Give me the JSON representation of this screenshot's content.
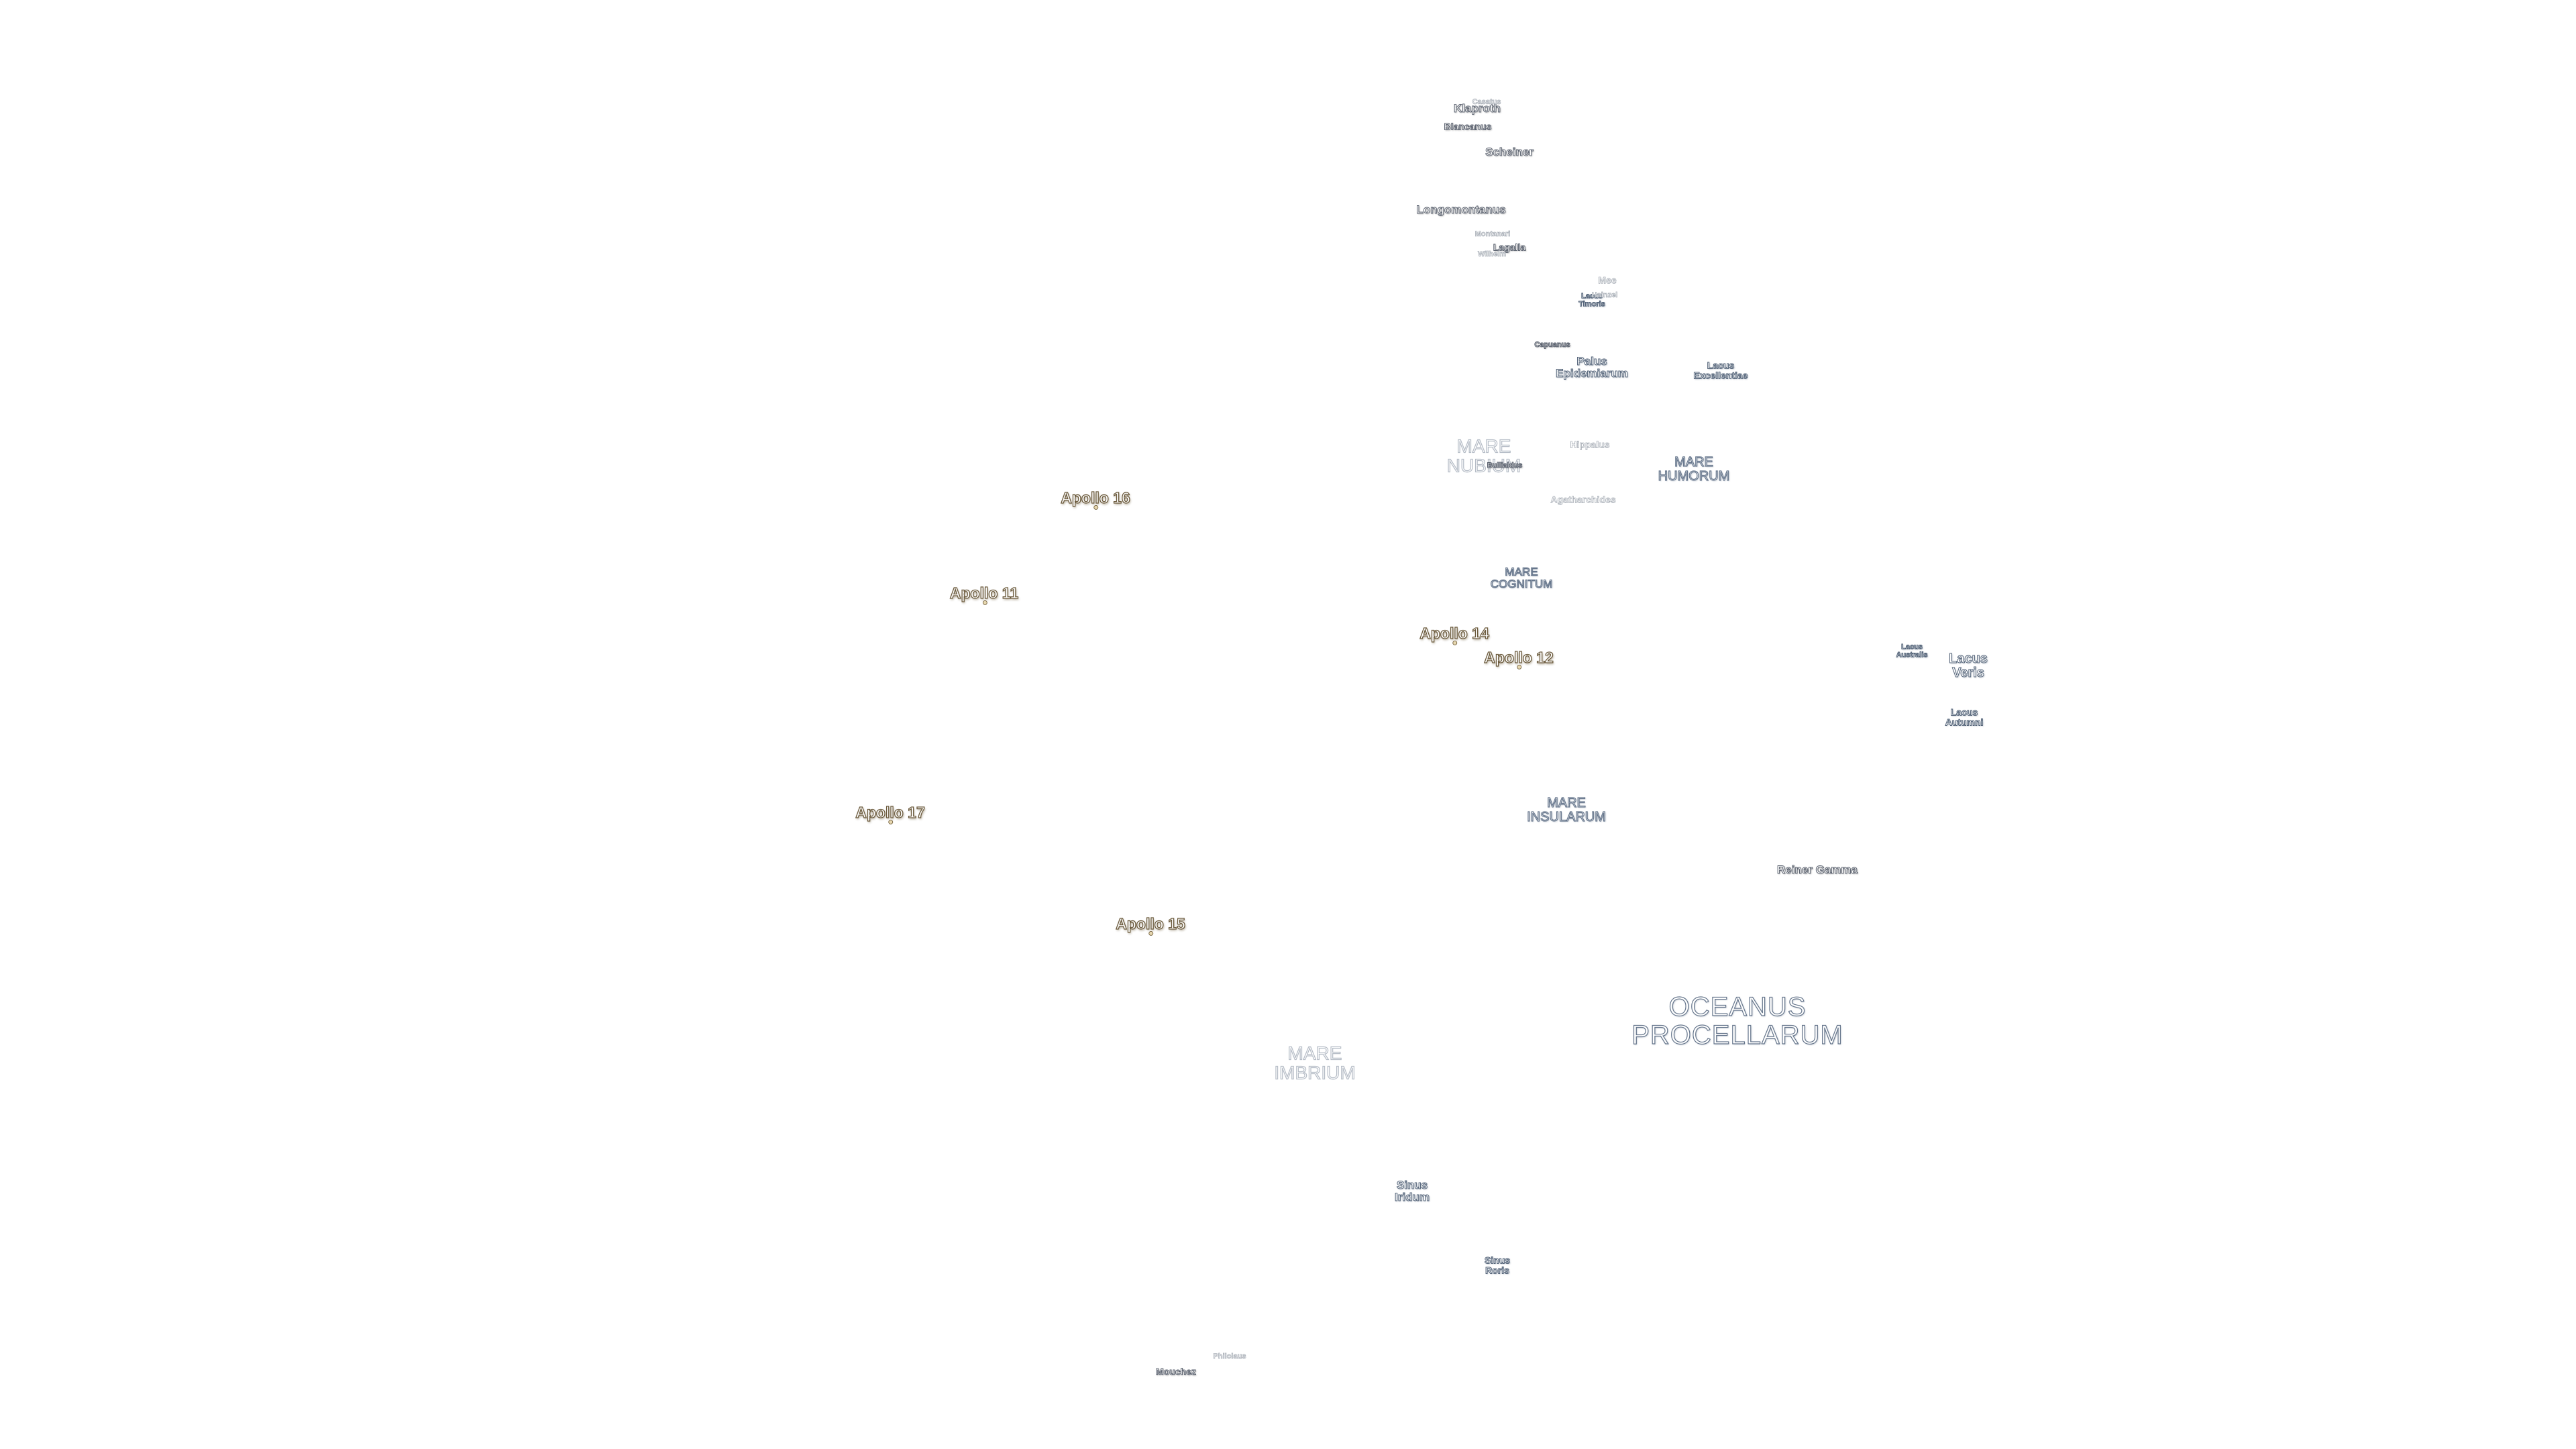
{
  "map": {
    "apollo_sites": [
      {
        "id": "apollo-16",
        "name": "Apollo 16"
      },
      {
        "id": "apollo-11",
        "name": "Apollo 11"
      },
      {
        "id": "apollo-14",
        "name": "Apollo 14"
      },
      {
        "id": "apollo-12",
        "name": "Apollo 12"
      },
      {
        "id": "apollo-17",
        "name": "Apollo 17"
      },
      {
        "id": "apollo-15",
        "name": "Apollo 15"
      }
    ],
    "maria": {
      "oceanus_procellarum": [
        "OCEANUS",
        "PROCELLARUM"
      ],
      "mare_imbrium": [
        "MARE",
        "IMBRIUM"
      ],
      "mare_nubium": [
        "MARE",
        "NUBIUM"
      ],
      "mare_humorum": [
        "MARE",
        "HUMORUM"
      ],
      "mare_cognitum": [
        "MARE",
        "COGNITUM"
      ],
      "mare_insularum": [
        "MARE",
        "INSULARUM"
      ]
    },
    "lacus_sinus_palus": {
      "palus_epidemiarum": [
        "Palus",
        "Epidemiarum"
      ],
      "lacus_excellentiae": [
        "Lacus",
        "Excellentiae"
      ],
      "lacus_veris": [
        "Lacus",
        "Veris"
      ],
      "lacus_autumni": [
        "Lacus",
        "Autumni"
      ],
      "lacus_australis": [
        "Lacus",
        "Australis"
      ],
      "lacus_timoris": [
        "Lacus",
        "Timoris"
      ],
      "sinus_iridum": [
        "Sinus",
        "Iridum"
      ],
      "sinus_roris": [
        "Sinus",
        "Roris"
      ]
    },
    "craters": {
      "klaproth": "Klaproth",
      "casatus": "Casatus",
      "blancanus": "Blancanus",
      "scheiner": "Scheiner",
      "longomontanus": "Longomontanus",
      "montanari": "Montanari",
      "lagalla": "Lagalla",
      "wilhelm": "Wilhelm",
      "mee": "Mee",
      "hainzel": "Hainzel",
      "capuanus": "Capuanus",
      "hippalus": "Hippalus",
      "bullialdus": "Bullialdus",
      "agatharchides": "Agatharchides",
      "reiner_gamma": "Reiner Gamma",
      "mouchez": "Mouchez",
      "philolaus": "Philolaus"
    },
    "colors": {
      "background": "#ffffff",
      "mare_outline": "#66768c",
      "apollo_outline": "#6b5a3c",
      "crater_outline": "#5c6370"
    }
  }
}
